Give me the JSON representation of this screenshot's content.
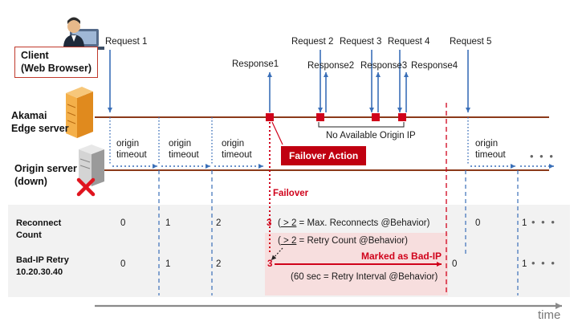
{
  "labels": {
    "client": [
      "Client",
      "(Web Browser)"
    ],
    "edge": [
      "Akamai",
      "Edge server"
    ],
    "origin": [
      "Origin server",
      "(down)"
    ],
    "requests": [
      "Request 1",
      "Request 2",
      "Request 3",
      "Request 4",
      "Request 5"
    ],
    "responses": [
      "Response1",
      "Response2",
      "Response3",
      "Response4"
    ],
    "origin_timeout": [
      "origin",
      "timeout"
    ],
    "no_available": "No Available Origin IP",
    "failover_action": "Failover Action",
    "failover": "Failover",
    "time": "time",
    "ellipsis": "• • •"
  },
  "reconnect": {
    "title": [
      "Reconnect",
      "Count"
    ],
    "values": [
      "0",
      "1",
      "2",
      "3",
      "0",
      "1"
    ],
    "note": "( > 2 = Max. Reconnects @Behavior)",
    "note_underline": "> 2"
  },
  "badip": {
    "title": [
      "Bad-IP Retry",
      "10.20.30.40"
    ],
    "values": [
      "0",
      "1",
      "2",
      "3",
      "0",
      "1"
    ],
    "retry_note": "( > 2 = Retry Count @Behavior)",
    "marked": "Marked as Bad-IP",
    "interval_note": "(60 sec = Retry Interval @Behavior)"
  },
  "colors": {
    "timeline": "#8b3a1a",
    "arrow_blue": "#3a6fb8",
    "red": "#d0021b",
    "pink_band": "#f7dede",
    "grey_band": "#f2f2f2"
  }
}
